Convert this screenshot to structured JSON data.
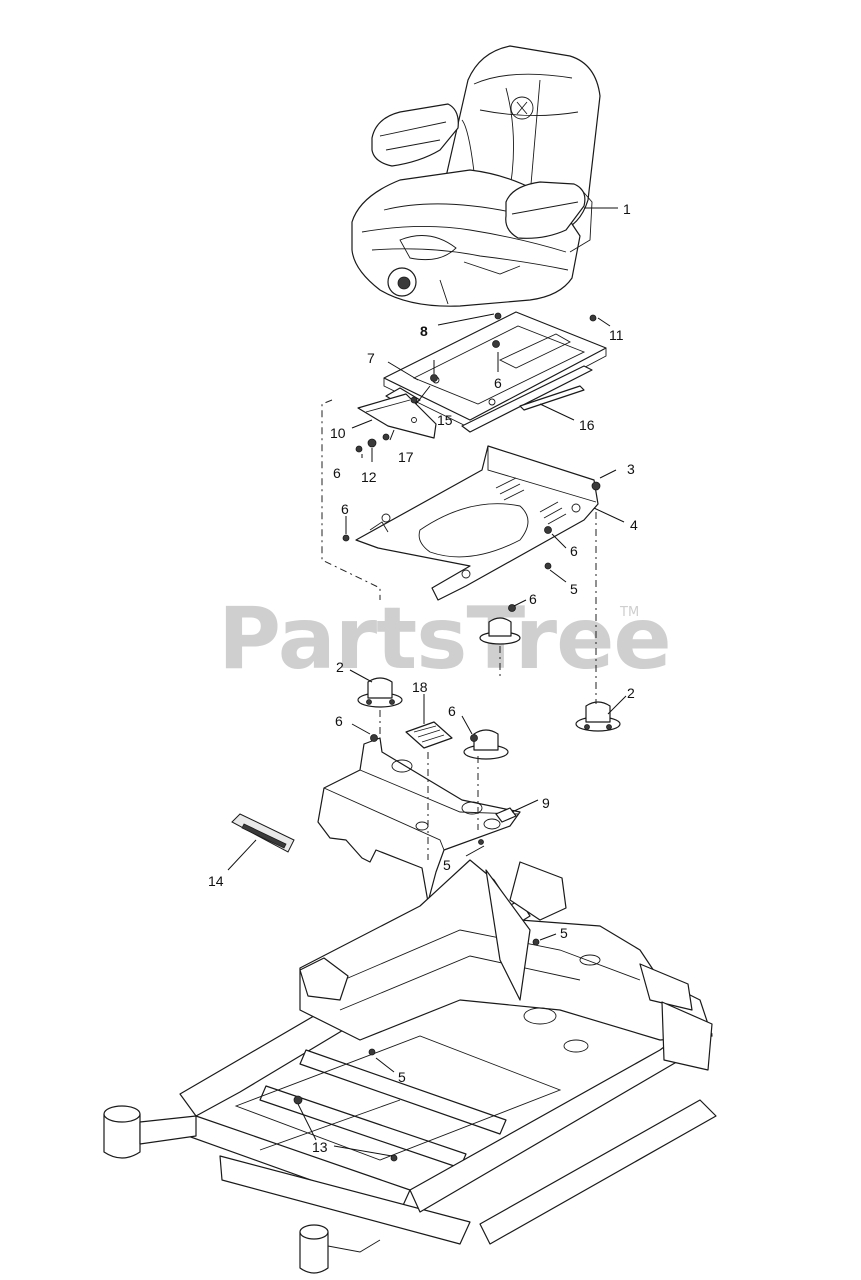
{
  "watermark": {
    "text": "PartsTree",
    "trademark": "TM"
  },
  "callouts": {
    "c1": "1",
    "c2a": "2",
    "c2b": "2",
    "c3": "3",
    "c4": "4",
    "c5a": "5",
    "c5b": "5",
    "c5c": "5",
    "c5d": "5",
    "c6a": "6",
    "c6b": "6",
    "c6c": "6",
    "c6d": "6",
    "c6e": "6",
    "c6f": "6",
    "c6g": "6",
    "c7": "7",
    "c8": "8",
    "c9": "9",
    "c10": "10",
    "c11": "11",
    "c12": "12",
    "c13": "13",
    "c14": "14",
    "c15": "15",
    "c16": "16",
    "c17": "17",
    "c18": "18"
  }
}
